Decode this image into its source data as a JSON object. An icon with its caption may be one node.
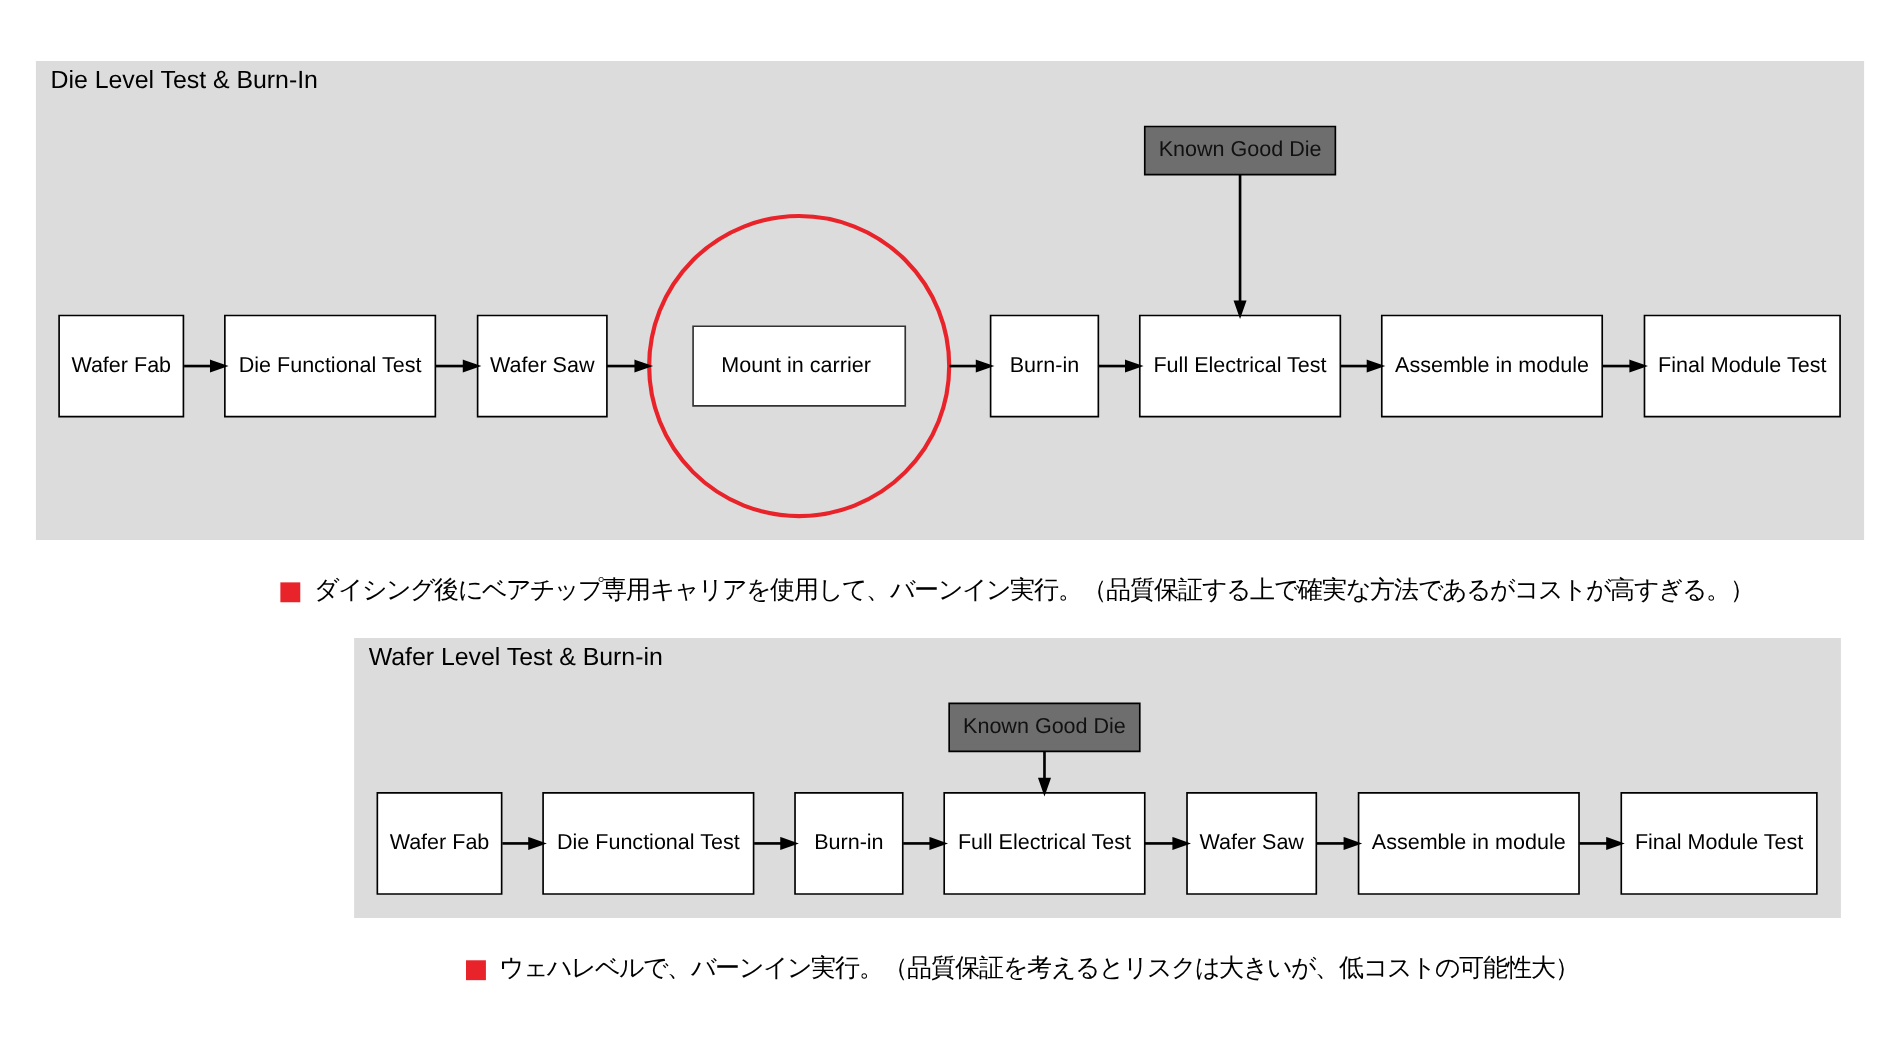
{
  "diagram": {
    "nodes": [
      {
        "text": [
          "Die Level Test & Burn-In"
        ]
      },
      {
        "text": [
          "Wafer Fab"
        ],
        "in": 0
      },
      {
        "text": [
          "Die Functional Test"
        ],
        "in": 0
      },
      {
        "text": [
          "Wafer Saw"
        ],
        "in": 0
      },
      {
        "text": [
          "Mount in carrier"
        ],
        "in": 0
      },
      {
        "text": [
          "Burn-in"
        ],
        "in": 0
      },
      {
        "text": [
          "Full Electrical Test"
        ],
        "in": 0
      },
      {
        "text": [
          "Assemble in module"
        ],
        "in": 0
      },
      {
        "text": [
          "Final Module Test"
        ],
        "in": 0
      },
      {
        "text": [
          "Known Good Die"
        ],
        "in": 0
      },
      {
        "text": [
          "Wafer Level Test & Burn-in"
        ]
      },
      {
        "text": [
          "Wafer Fab"
        ],
        "in": 10
      },
      {
        "text": [
          "Die Functional Test"
        ],
        "in": 10
      },
      {
        "text": [
          "Burn-in"
        ],
        "in": 10
      },
      {
        "text": [
          "Full Electrical Test"
        ],
        "in": 10
      },
      {
        "text": [
          "Wafer Saw"
        ],
        "in": 10
      },
      {
        "text": [
          "Assemble in module"
        ],
        "in": 10
      },
      {
        "text": [
          "Final Module Test"
        ],
        "in": 10
      },
      {
        "text": [
          "Known Good Die"
        ],
        "in": 10
      }
    ],
    "edges": [
      {
        "from": 1,
        "to": 2,
        "arrow": "to"
      },
      {
        "from": 2,
        "to": 3,
        "arrow": "to"
      },
      {
        "from": 3,
        "to": 4,
        "arrow": "to"
      },
      {
        "from": 4,
        "to": 5,
        "arrow": "to"
      },
      {
        "from": 5,
        "to": 6,
        "arrow": "to"
      },
      {
        "from": 6,
        "to": 7,
        "arrow": "to"
      },
      {
        "from": 7,
        "to": 8,
        "arrow": "to"
      },
      {
        "from": 9,
        "to": 6,
        "arrow": "to"
      },
      {
        "from": 11,
        "to": 12,
        "arrow": "to"
      },
      {
        "from": 12,
        "to": 13,
        "arrow": "to"
      },
      {
        "from": 13,
        "to": 14,
        "arrow": "to"
      },
      {
        "from": 14,
        "to": 15,
        "arrow": "to"
      },
      {
        "from": 15,
        "to": 16,
        "arrow": "to"
      },
      {
        "from": 16,
        "to": 17,
        "arrow": "to"
      },
      {
        "from": 18,
        "to": 14,
        "arrow": "to"
      }
    ],
    "labels": [
      "ダイシング後にベアチップ専用キャリアを使用して、バーンイン実行。（品質保証する上で確実な方法であるがコストが高すぎる。）",
      "ウェハレベルで、バーンイン実行。（品質保証を考えるとリスクは大きいが、低コストの可能性大）"
    ]
  }
}
